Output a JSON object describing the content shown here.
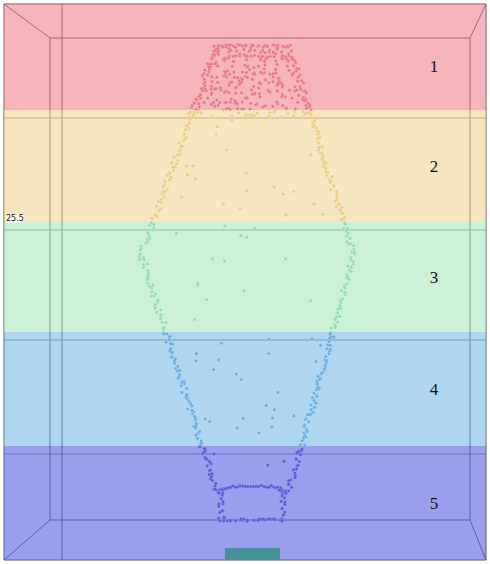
{
  "diagram": {
    "nodes": [
      {
        "text": [
          "1"
        ]
      },
      {
        "text": [
          "2"
        ]
      },
      {
        "text": [
          "3"
        ]
      },
      {
        "text": [
          "4"
        ]
      },
      {
        "text": [
          "5"
        ]
      }
    ],
    "labels": [
      "25.5"
    ]
  }
}
